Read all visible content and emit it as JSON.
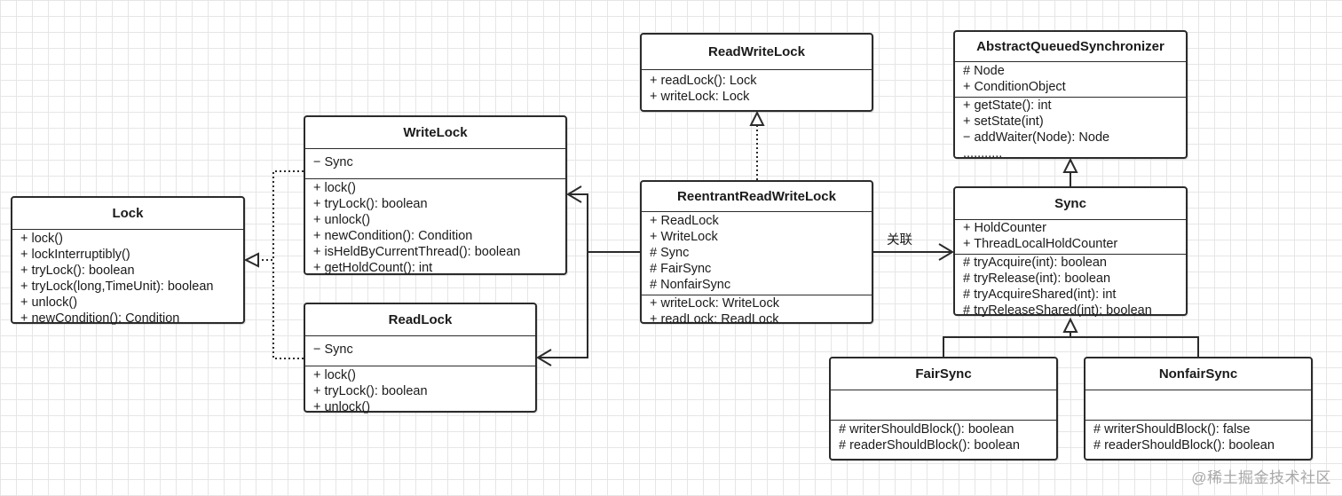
{
  "classes": {
    "lock": {
      "name": "Lock",
      "fields": [],
      "methods": [
        "+ lock()",
        "+ lockInterruptibly()",
        "+ tryLock(): boolean",
        "+ tryLock(long,TimeUnit): boolean",
        "+ unlock()",
        "+ newCondition(): Condition"
      ]
    },
    "write_lock": {
      "name": "WriteLock",
      "fields": [
        "− Sync"
      ],
      "methods": [
        "+ lock()",
        "+ tryLock(): boolean",
        "+ unlock()",
        "+ newCondition(): Condition",
        "+ isHeldByCurrentThread(): boolean",
        "+ getHoldCount(): int"
      ]
    },
    "read_lock": {
      "name": "ReadLock",
      "fields": [
        "− Sync"
      ],
      "methods": [
        "+ lock()",
        "+ tryLock(): boolean",
        "+ unlock()"
      ]
    },
    "read_write_lock": {
      "name": "ReadWriteLock",
      "fields": [],
      "methods": [
        "+ readLock(): Lock",
        "+ writeLock: Lock"
      ]
    },
    "reentrant_read_write_lock": {
      "name": "ReentrantReadWriteLock",
      "fields": [
        "+ ReadLock",
        "+ WriteLock",
        "# Sync",
        "# FairSync",
        "# NonfairSync"
      ],
      "methods": [
        "+ writeLock: WriteLock",
        "+ readLock: ReadLock"
      ]
    },
    "aqs": {
      "name": "AbstractQueuedSynchronizer",
      "fields": [
        "# Node",
        "+ ConditionObject"
      ],
      "methods": [
        "+ getState(): int",
        "+ setState(int)",
        "− addWaiter(Node): Node",
        "..........."
      ]
    },
    "sync": {
      "name": "Sync",
      "fields": [
        "+ HoldCounter",
        "+ ThreadLocalHoldCounter"
      ],
      "methods": [
        "# tryAcquire(int): boolean",
        "# tryRelease(int): boolean",
        "# tryAcquireShared(int): int",
        "# tryReleaseShared(int): boolean"
      ]
    },
    "fair_sync": {
      "name": "FairSync",
      "fields": [],
      "methods": [
        "# writerShouldBlock(): boolean",
        "# readerShouldBlock(): boolean"
      ]
    },
    "nonfair_sync": {
      "name": "NonfairSync",
      "fields": [],
      "methods": [
        "# writerShouldBlock(): false",
        "# readerShouldBlock(): boolean"
      ]
    }
  },
  "association_label": "关联",
  "watermark": "@稀土掘金技术社区"
}
